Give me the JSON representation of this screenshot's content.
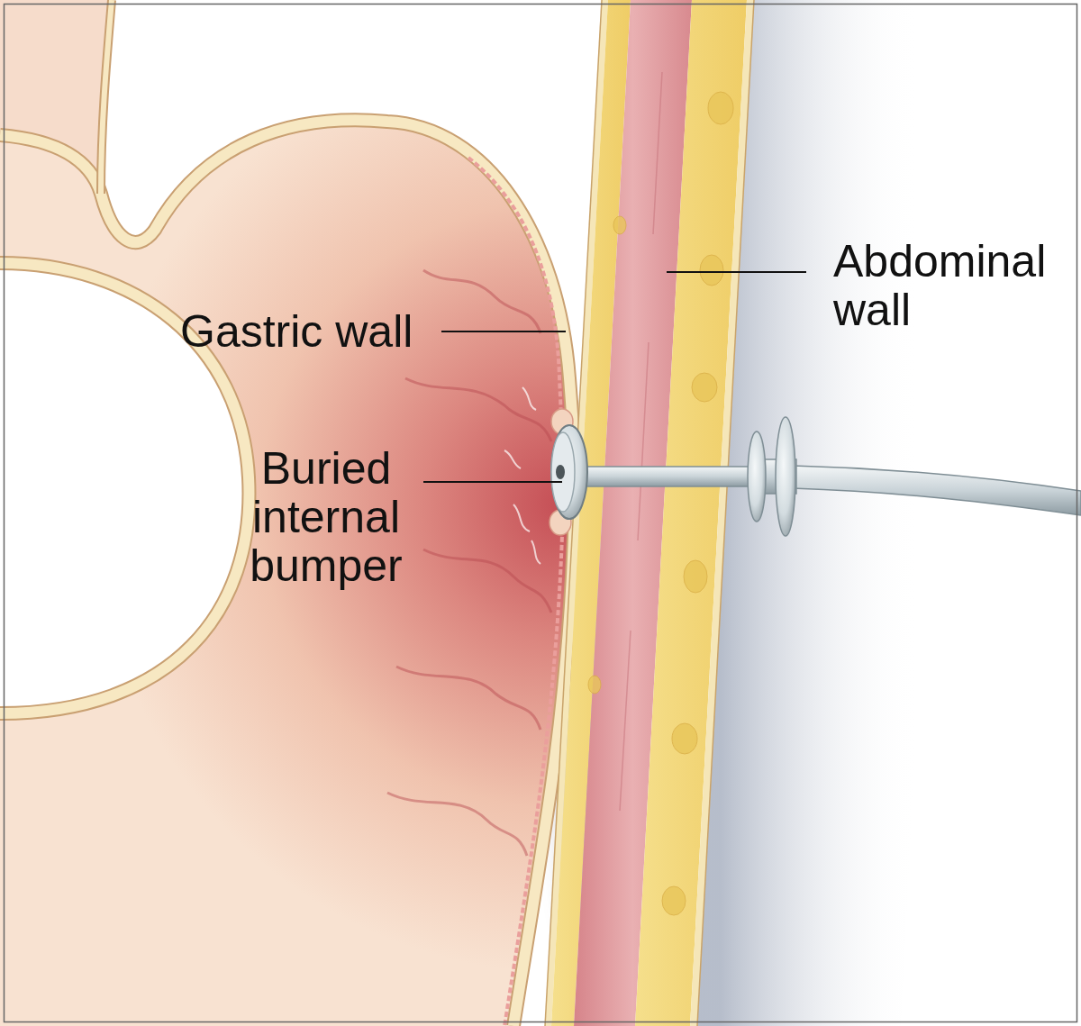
{
  "diagram": {
    "labels": [
      "Abdominal wall",
      "Gastric wall",
      "Buried internal bumper"
    ]
  }
}
